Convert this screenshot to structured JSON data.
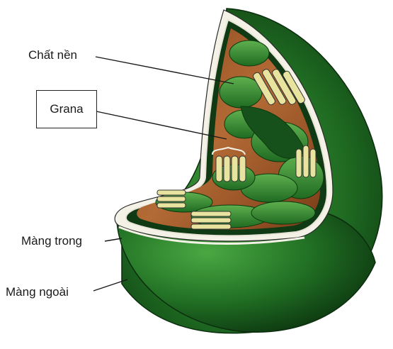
{
  "labels": {
    "chat_nen": "Chất nền",
    "grana": "Grana",
    "mang_trong": "Màng trong",
    "mang_ngoai": "Màng ngoài"
  },
  "colors": {
    "outer_green": "#1f6b22",
    "dark_green": "#0c3a10",
    "light_green": "#3f9a3a",
    "stroma_brown": "#a0562a",
    "membrane_white": "#f4f1e6",
    "grana_yellow": "#e8e4a0"
  }
}
